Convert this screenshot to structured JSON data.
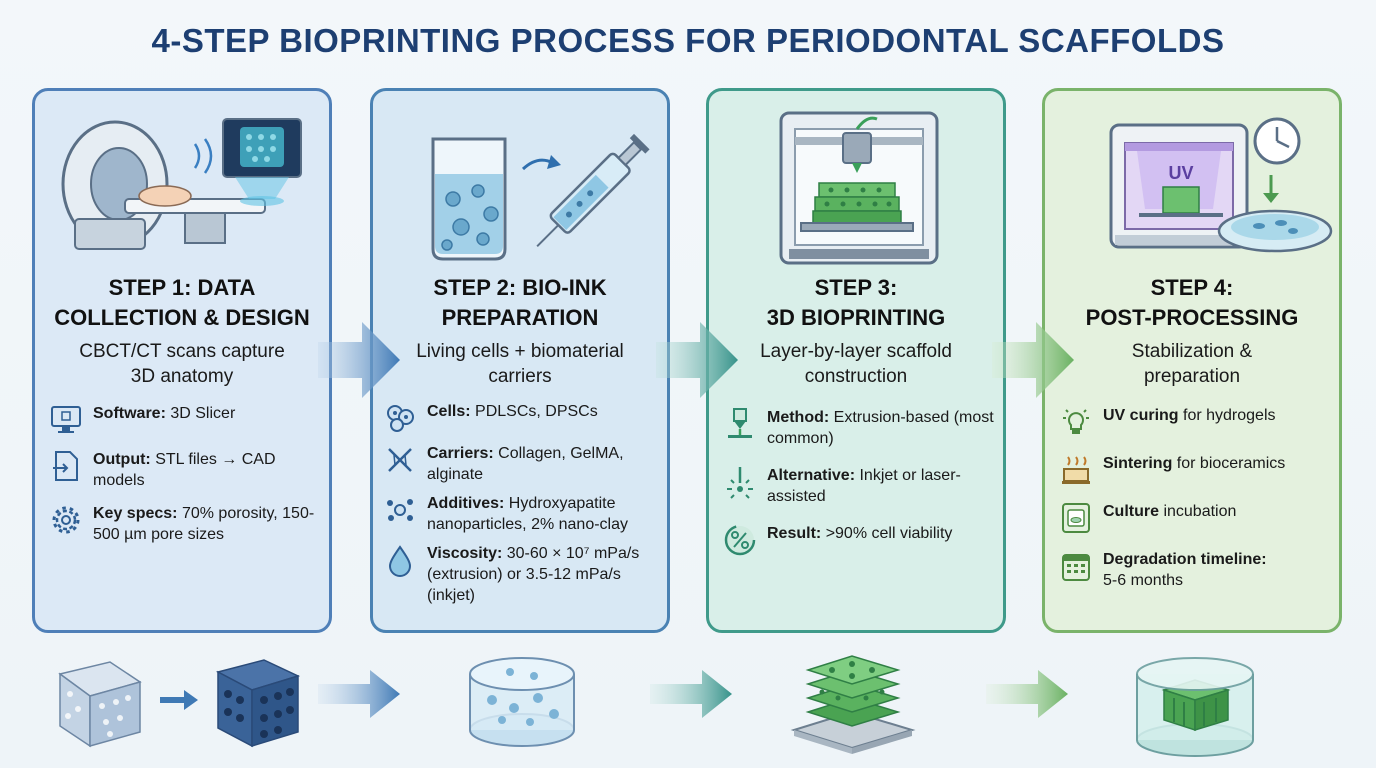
{
  "title": "4-STEP BIOPRINTING PROCESS FOR PERIODONTAL SCAFFOLDS",
  "steps": [
    {
      "title_line1": "STEP 1: DATA",
      "title_line2": "COLLECTION & DESIGN",
      "sub_line1": "CBCT/CT scans capture",
      "sub_line2": "3D anatomy",
      "items": [
        {
          "label": "Software:",
          "text": "3D Slicer",
          "icon": "monitor-icon"
        },
        {
          "label": "Output:",
          "text": "STL files → CAD models",
          "icon": "file-arrow-icon"
        },
        {
          "label": "Key specs:",
          "text": "70% porosity, 150-500 µm pore sizes",
          "icon": "gear-icon"
        }
      ]
    },
    {
      "title_line1": "STEP 2: BIO-INK",
      "title_line2": "PREPARATION",
      "sub_line1": "Living cells + biomaterial",
      "sub_line2": "carriers",
      "items": [
        {
          "label": "Cells:",
          "text": "PDLSCs, DPSCs",
          "icon": "cells-icon"
        },
        {
          "label": "Carriers:",
          "text": "Collagen, GelMA, alginate",
          "icon": "dna-icon"
        },
        {
          "label": "Additives:",
          "text": "Hydroxyapatite nanoparticles, 2% nano-clay",
          "icon": "particles-icon"
        },
        {
          "label": "Viscosity:",
          "text": "30-60 × 10⁷ mPa/s (extrusion) or 3.5-12 mPa/s (inkjet)",
          "icon": "droplet-icon"
        }
      ]
    },
    {
      "title_line1": "STEP 3:",
      "title_line2": "3D BIOPRINTING",
      "sub_line1": "Layer-by-layer scaffold",
      "sub_line2": "construction",
      "items": [
        {
          "label": "Method:",
          "text": "Extrusion-based (most common)",
          "icon": "nozzle-icon"
        },
        {
          "label": "Alternative:",
          "text": "Inkjet or laser-assisted",
          "icon": "laser-icon"
        },
        {
          "label": "Result:",
          "text": ">90% cell viability",
          "icon": "percent-icon"
        }
      ]
    },
    {
      "title_line1": "STEP 4:",
      "title_line2": "POST-PROCESSING",
      "sub_line1": "Stabilization &",
      "sub_line2": "preparation",
      "items": [
        {
          "label": "UV curing",
          "text": "for hydrogels",
          "icon": "uv-bulb-icon"
        },
        {
          "label": "Sintering",
          "text": "for bioceramics",
          "icon": "heat-icon"
        },
        {
          "label": "Culture",
          "text": "incubation",
          "icon": "incubator-icon"
        },
        {
          "label": "Degradation timeline:",
          "text": "5-6 months",
          "icon": "calendar-icon"
        }
      ]
    }
  ],
  "uv_label": "UV",
  "colors": {
    "title": "#1d3f72",
    "step1": "#4f7fb8",
    "step2": "#4a82b3",
    "step3": "#3f9a8a",
    "step4": "#7ab36a"
  }
}
